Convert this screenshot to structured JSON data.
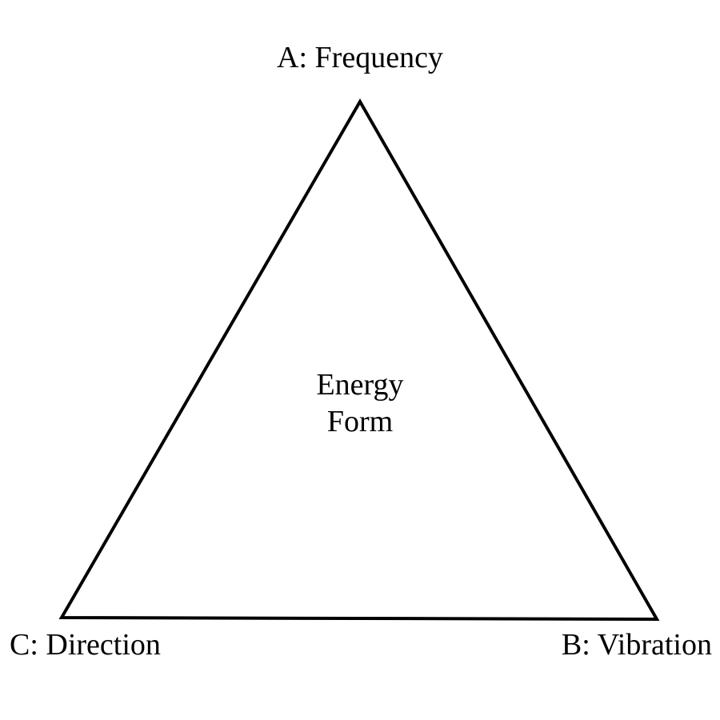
{
  "diagram": {
    "vertices": {
      "top": {
        "label": "A: Frequency"
      },
      "bottom_right": {
        "label": "B: Vibration"
      },
      "bottom_left": {
        "label": "C: Direction"
      }
    },
    "center": {
      "line1": "Energy",
      "line2": "Form"
    },
    "colors": {
      "stroke": "#000000",
      "background": "#ffffff",
      "text": "#000000"
    }
  }
}
